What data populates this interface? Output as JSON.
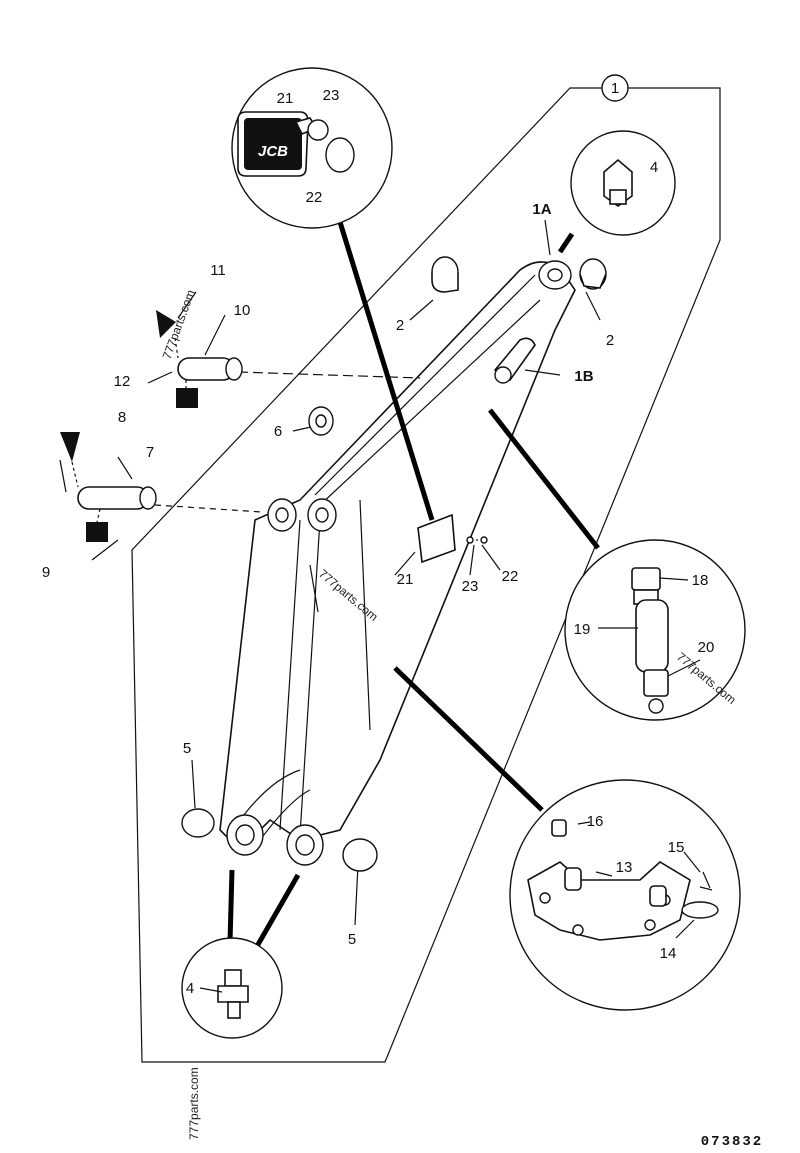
{
  "drawing_number": "073832",
  "logo_text": "JCB",
  "watermarks": [
    "777parts.com",
    "777parts.com",
    "777parts.com",
    "777parts.com"
  ],
  "callouts": {
    "c1": "1",
    "c1A": "1A",
    "c1B": "1B",
    "c2a": "2",
    "c2b": "2",
    "c4a": "4",
    "c4b": "4",
    "c5a": "5",
    "c5b": "5",
    "c6": "6",
    "c7": "7",
    "c8": "8",
    "c9": "9",
    "c10": "10",
    "c11": "11",
    "c12": "12",
    "c13": "13",
    "c14": "14",
    "c15": "15",
    "c16": "16",
    "c18": "18",
    "c19": "19",
    "c20": "20",
    "c21a": "21",
    "c21b": "21",
    "c22a": "22",
    "c22b": "22",
    "c23a": "23",
    "c23b": "23"
  }
}
